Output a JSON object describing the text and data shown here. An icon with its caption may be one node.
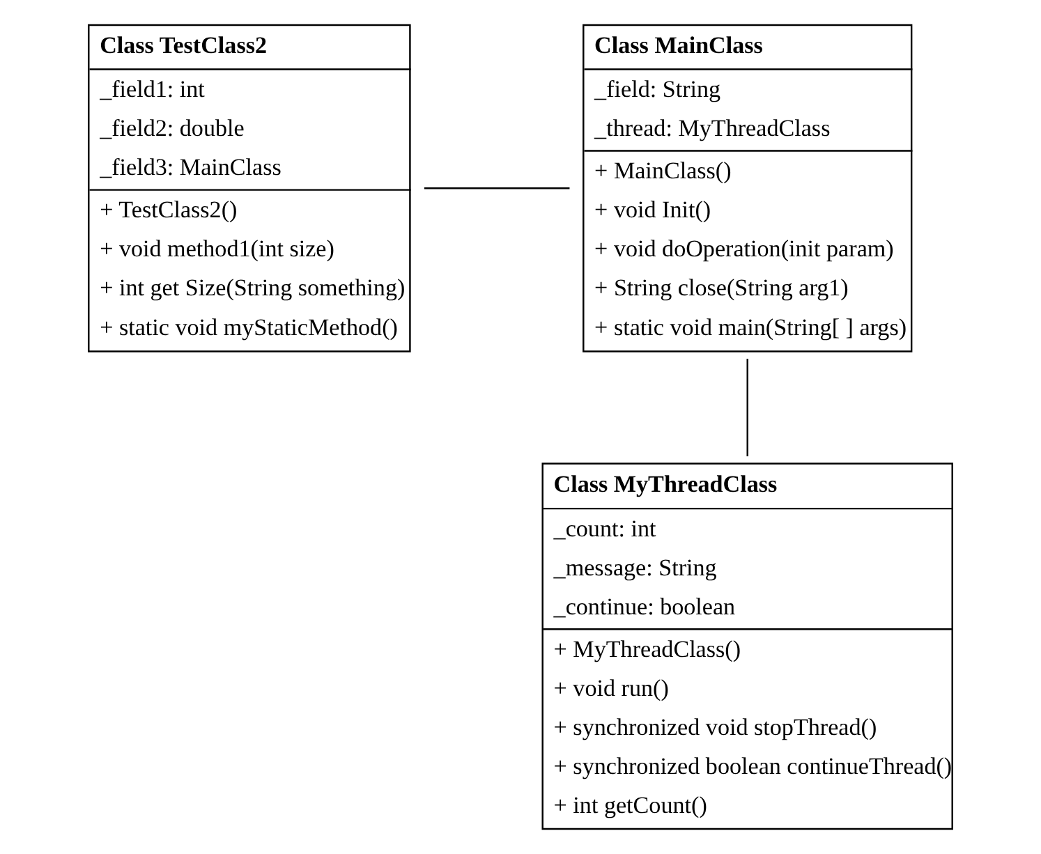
{
  "diagram": {
    "nodes": [
      {
        "text": [
          "Class TestClass2",
          "_field1: int",
          "_field2: double",
          "_field3: MainClass",
          "+ TestClass2()",
          "+ void method1(int size)",
          "+ int get Size(String something)",
          "+ static void myStaticMethod()"
        ]
      },
      {
        "text": [
          "Class MainClass",
          "_field: String",
          "_thread: MyThreadClass",
          "+ MainClass()",
          "+ void Init()",
          "+ void doOperation(init param)",
          "+ String close(String arg1)",
          "+ static void main(String[ ] args)"
        ]
      },
      {
        "text": [
          "Class MyThreadClass",
          "_count: int",
          "_message: String",
          "_continue: boolean",
          "+ MyThreadClass()",
          "+ void run()",
          "+ synchronized void stopThread()",
          "+ synchronized boolean continueThread()",
          "+ int getCount()"
        ]
      }
    ],
    "edges": [
      {
        "from": 0,
        "to": 1,
        "arrow": "none"
      },
      {
        "from": 1,
        "to": 2,
        "arrow": "none"
      }
    ]
  }
}
